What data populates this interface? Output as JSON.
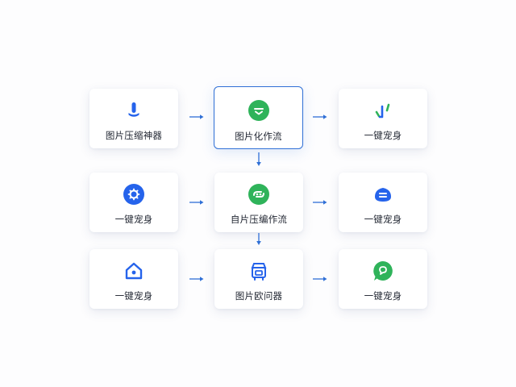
{
  "colors": {
    "accent_blue": "#2f6fd6",
    "icon_green": "#2fb35a",
    "icon_blue": "#2563eb",
    "text": "#1f2430"
  },
  "nodes": [
    {
      "label": "图片压缩神器",
      "icon": "pen-nib-icon"
    },
    {
      "label": "图片化作流",
      "icon": "green-chat-icon",
      "selected": true
    },
    {
      "label": "一键宠身",
      "icon": "tick-marks-icon"
    },
    {
      "label": "一键宠身",
      "icon": "gear-badge-icon"
    },
    {
      "label": "自片压编作流",
      "icon": "green-link-icon"
    },
    {
      "label": "一键宠身",
      "icon": "cloud-badge-icon"
    },
    {
      "label": "一键宠身",
      "icon": "home-icon"
    },
    {
      "label": "图片欧问器",
      "icon": "machine-icon"
    },
    {
      "label": "一键宠身",
      "icon": "chat-bubble-icon"
    }
  ]
}
